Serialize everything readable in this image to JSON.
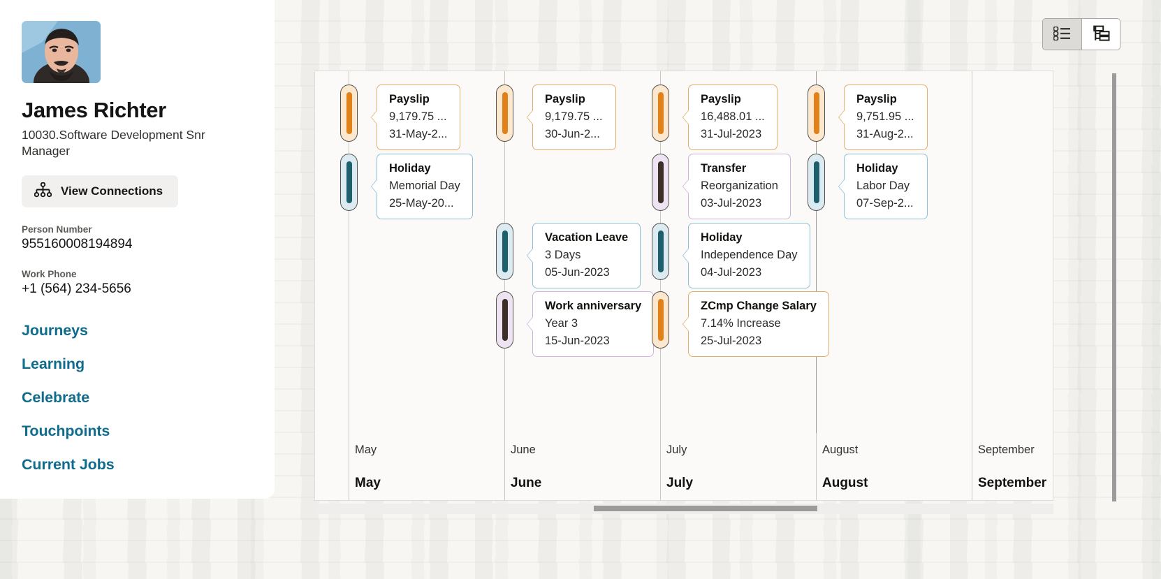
{
  "sidebar": {
    "avatar_alt": "employee-photo",
    "name": "James Richter",
    "title": "10030.Software Development Snr Manager",
    "view_connections_label": "View Connections",
    "view_connections_icon": "org-chart-icon",
    "fields": [
      {
        "label": "Person Number",
        "value": "955160008194894"
      },
      {
        "label": "Work Phone",
        "value": "+1 (564) 234-5656"
      }
    ],
    "nav_links": [
      {
        "label": "Journeys"
      },
      {
        "label": "Learning"
      },
      {
        "label": "Celebrate"
      },
      {
        "label": "Touchpoints"
      },
      {
        "label": "Current Jobs"
      }
    ],
    "link_color": "#0f6c8c"
  },
  "toolbar": {
    "view_toggle": [
      {
        "name": "list-view",
        "icon": "bulleted-list-icon",
        "active": true
      },
      {
        "name": "chart-view",
        "icon": "hierarchy-chart-icon",
        "active": false
      }
    ]
  },
  "timeline": {
    "months": [
      "May",
      "June",
      "July",
      "August",
      "September"
    ],
    "events": [
      {
        "title": "Payslip",
        "line1": "9,179.75 ...",
        "line2": "31-May-2...",
        "accent": "#e08219",
        "marker_fill": "#fbe8cf",
        "card_border": "#e3ae6a",
        "month": "May",
        "row": 1
      },
      {
        "title": "Holiday",
        "line1": "Memorial Day",
        "line2": "25-May-20...",
        "accent": "#1d5f6b",
        "marker_fill": "#dcebf2",
        "card_border": "#8cc0da",
        "month": "May",
        "row": 2
      },
      {
        "title": "Vacation Leave",
        "line1": "3 Days",
        "line2": "05-Jun-2023",
        "accent": "#1d5f6b",
        "marker_fill": "#dcebf2",
        "card_border": "#8cc0da",
        "month": "June",
        "row": 3
      },
      {
        "title": "Work anniversary",
        "line1": "Year 3",
        "line2": "15-Jun-2023",
        "accent": "#3b2f27",
        "marker_fill": "#eee3f3",
        "card_border": "#cdb4db",
        "month": "June",
        "row": 4
      },
      {
        "title": "Payslip",
        "line1": "9,179.75 ...",
        "line2": "30-Jun-2...",
        "accent": "#e08219",
        "marker_fill": "#fbe8cf",
        "card_border": "#e3ae6a",
        "month": "June",
        "row": 1
      },
      {
        "title": "Transfer",
        "line1": "Reorganization",
        "line2": "03-Jul-2023",
        "accent": "#3b2f27",
        "marker_fill": "#eee3f3",
        "card_border": "#cdb4db",
        "month": "July",
        "row": 2
      },
      {
        "title": "Holiday",
        "line1": "Independence Day",
        "line2": "04-Jul-2023",
        "accent": "#1d5f6b",
        "marker_fill": "#dcebf2",
        "card_border": "#8cc0da",
        "month": "July",
        "row": 3
      },
      {
        "title": "ZCmp Change Salary",
        "line1": "7.14% Increase",
        "line2": "25-Jul-2023",
        "accent": "#e08219",
        "marker_fill": "#fbe8cf",
        "card_border": "#e3ae6a",
        "month": "July",
        "row": 4
      },
      {
        "title": "Payslip",
        "line1": "16,488.01 ...",
        "line2": "31-Jul-2023",
        "accent": "#e08219",
        "marker_fill": "#fbe8cf",
        "card_border": "#e3ae6a",
        "month": "July",
        "row": 1
      },
      {
        "title": "Payslip",
        "line1": "9,751.95 ...",
        "line2": "31-Aug-2...",
        "accent": "#e08219",
        "marker_fill": "#fbe8cf",
        "card_border": "#e3ae6a",
        "month": "August",
        "row": 1
      },
      {
        "title": "Holiday",
        "line1": "Labor Day",
        "line2": "07-Sep-2...",
        "accent": "#1d5f6b",
        "marker_fill": "#dcebf2",
        "card_border": "#8cc0da",
        "month": "August",
        "row": 2
      }
    ]
  }
}
